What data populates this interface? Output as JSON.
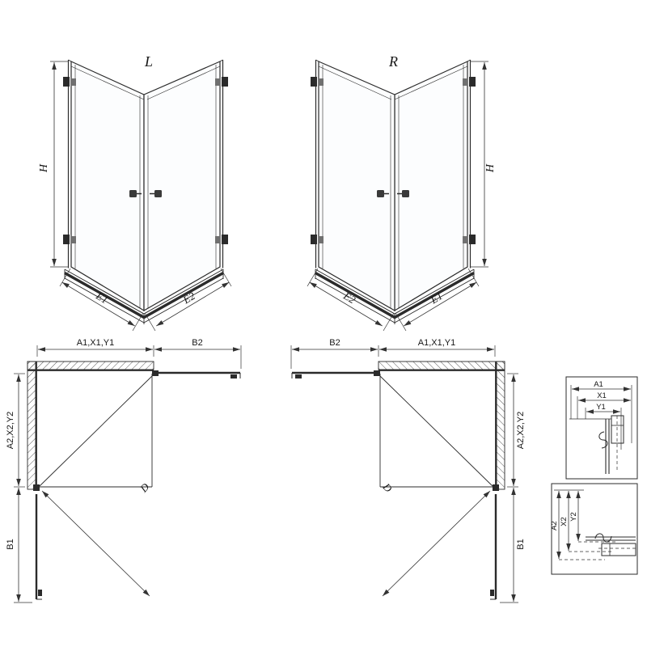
{
  "drawing": {
    "background": "#ffffff",
    "line_color": "#2b2b2b",
    "dim_color": "#333333"
  },
  "perspective_left": {
    "variant_label": "L",
    "height_dim": "H",
    "width_dim_left": "E1",
    "width_dim_right": "E2"
  },
  "perspective_right": {
    "variant_label": "R",
    "height_dim": "H",
    "width_dim_left": "E2",
    "width_dim_right": "E1"
  },
  "plan_left": {
    "top_dim": "A1,X1,Y1",
    "top_door_dim": "B2",
    "side_dim": "A2,X2,Y2",
    "side_door_dim": "B1",
    "entry_dim": "D"
  },
  "plan_right": {
    "top_dim": "A1,X1,Y1",
    "top_door_dim": "B2",
    "side_dim": "A2,X2,Y2",
    "side_door_dim": "B1",
    "entry_dim": "D"
  },
  "detail_horizontal": {
    "dim_a": "A1",
    "dim_x": "X1",
    "dim_y": "Y1"
  },
  "detail_vertical": {
    "dim_a": "A2",
    "dim_x": "X2",
    "dim_y": "Y2"
  }
}
